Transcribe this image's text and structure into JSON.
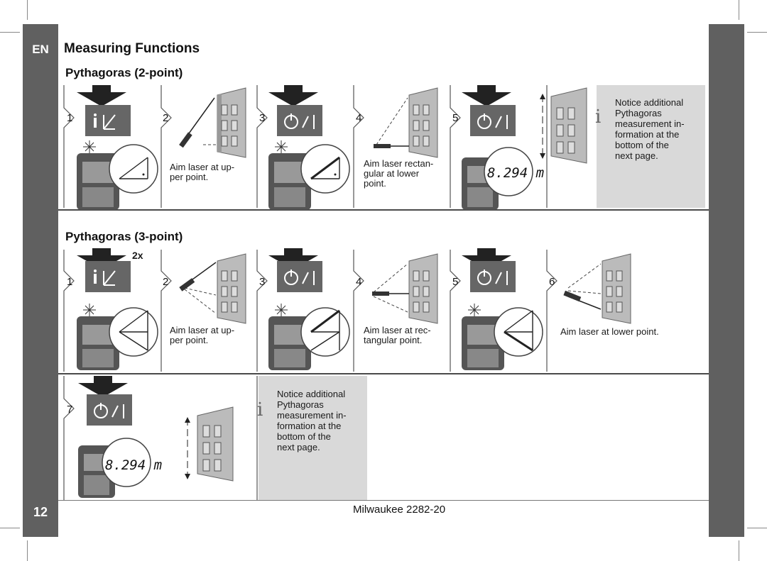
{
  "page": {
    "language_tag": "EN",
    "title": "Measuring Functions",
    "page_number": "12",
    "footer": "Milwaukee 2282-20"
  },
  "sections": [
    {
      "title": "Pythagoras (2-point)",
      "steps": [
        {
          "num": "1",
          "caption": ""
        },
        {
          "num": "2",
          "caption": [
            "Aim laser at up-",
            "per point."
          ]
        },
        {
          "num": "3",
          "caption": ""
        },
        {
          "num": "4",
          "caption": [
            "Aim laser rectan-",
            "gular at lower",
            "point."
          ]
        },
        {
          "num": "5",
          "caption": "",
          "display": "8.294 m"
        }
      ],
      "notice": [
        "Notice additional",
        "Pythagoras",
        "measurement in-",
        "formation at the",
        "bottom of the",
        "next page."
      ]
    },
    {
      "title": "Pythagoras (3-point)",
      "badge": "2x",
      "steps": [
        {
          "num": "1",
          "caption": ""
        },
        {
          "num": "2",
          "caption": [
            "Aim laser at up-",
            "per point."
          ]
        },
        {
          "num": "3",
          "caption": ""
        },
        {
          "num": "4",
          "caption": [
            "Aim laser at rec-",
            "tangular point."
          ]
        },
        {
          "num": "5",
          "caption": ""
        },
        {
          "num": "6",
          "caption": [
            "Aim laser at lower point."
          ]
        },
        {
          "num": "7",
          "caption": "",
          "display": "8.294 m"
        }
      ],
      "notice": [
        "Notice additional",
        "Pythagoras",
        "measurement in-",
        "formation at the",
        "bottom of the",
        "next page."
      ]
    }
  ],
  "icons": {
    "info": "i",
    "arrow": "down-arrow-icon",
    "pythagoras": "pythagoras-mode-icon",
    "power": "power-measure-icon"
  }
}
